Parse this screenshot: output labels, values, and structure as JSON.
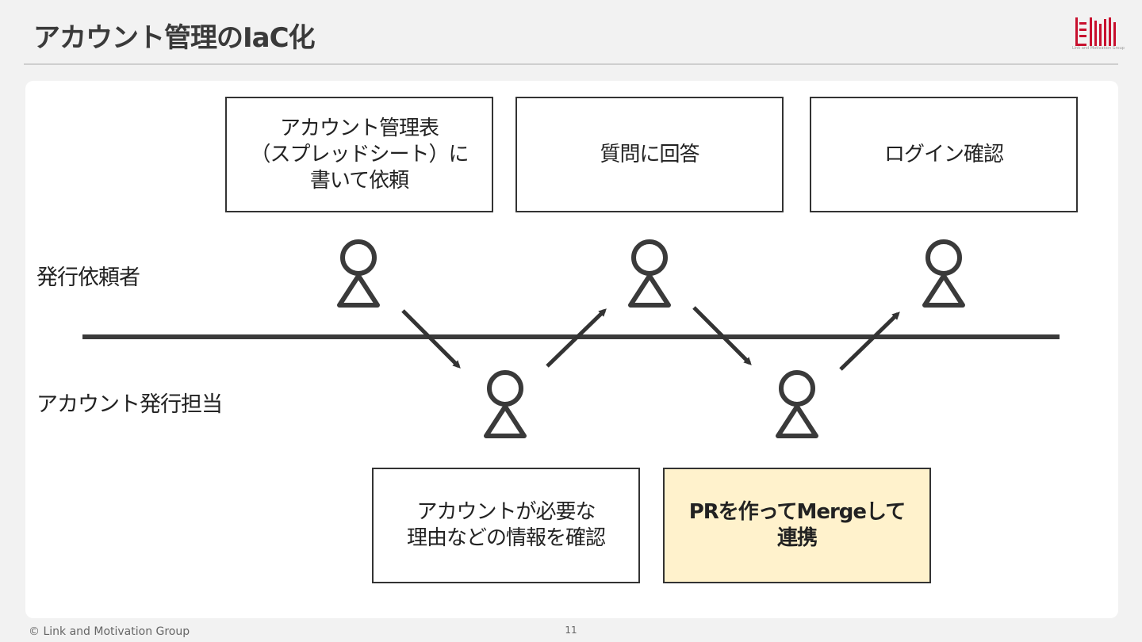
{
  "slide": {
    "title": "アカウント管理のIaC化",
    "page_number": "11",
    "copyright": "© Link and Motivation Group",
    "logo_text": "Link and Motivation Group"
  },
  "roles": {
    "requester": "発行依頼者",
    "issuer": "アカウント発行担当"
  },
  "steps": {
    "request": "アカウント管理表\n（スプレッドシート）に\n書いて依頼",
    "confirm_reason": "アカウントが必要な\n理由などの情報を確認",
    "answer": "質問に回答",
    "pr_merge": "PRを作ってMergeして\n連携",
    "login_check": "ログイン確認"
  },
  "colors": {
    "highlight": "#fff2cc",
    "line": "#333333",
    "logo_accent": "#c8102e"
  }
}
